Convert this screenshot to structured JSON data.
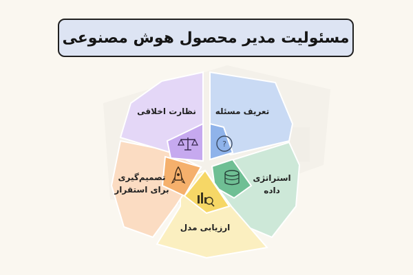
{
  "title": "مسئولیت مدیر محصول هوش مصنوعی",
  "segments": [
    {
      "id": "problem",
      "label": "تعریف مسئله",
      "icon": "question-bubble-icon",
      "outer": "#c9daf4",
      "inner": "#8fb3ea"
    },
    {
      "id": "data",
      "label_lines": [
        "استراتژی",
        "داده"
      ],
      "icon": "database-icon",
      "outer": "#cde8d8",
      "inner": "#6fbf94"
    },
    {
      "id": "eval",
      "label": "ارزیابی مدل",
      "icon": "chart-search-icon",
      "outer": "#fbefc0",
      "inner": "#f6d766"
    },
    {
      "id": "decide",
      "label_lines": [
        "تصمیم‌گیری",
        "برای استقرار"
      ],
      "icon": "rocket-icon",
      "outer": "#fbdcc2",
      "inner": "#f5b06c"
    },
    {
      "id": "ethics",
      "label": "نظارت اخلاقی",
      "icon": "balance-scale-icon",
      "outer": "#e4d7f7",
      "inner": "#c6a9ef"
    }
  ]
}
